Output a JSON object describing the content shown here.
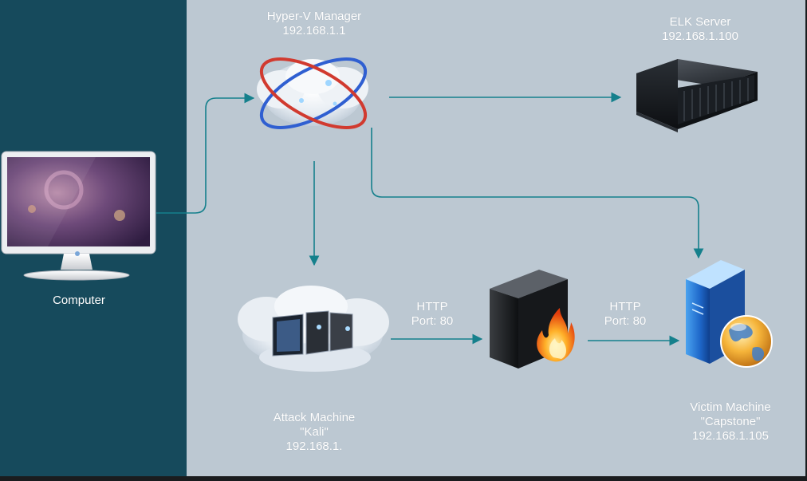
{
  "colors": {
    "left_panel": "#164a5c",
    "canvas": "#bcc8d2",
    "connector": "#15808c",
    "label_text": "#ffffff"
  },
  "nodes": {
    "computer": {
      "name": "Computer",
      "icon": "desktop-monitor-icon"
    },
    "hyperv": {
      "name": "Hyper-V Manager",
      "ip": "192.168.1.1",
      "icon": "hyperv-cloud-icon"
    },
    "elk": {
      "name": "ELK Server",
      "ip": "192.168.1.100",
      "icon": "rack-server-icon"
    },
    "attack": {
      "name": "Attack Machine",
      "alias": "\"Kali\"",
      "ip": "192.168.1.",
      "icon": "virtual-machines-cloud-icon"
    },
    "firewall": {
      "icon": "firewall-icon"
    },
    "victim": {
      "name": "Victim Machine",
      "alias": "\"Capstone\"",
      "ip": "192.168.1.105",
      "icon": "web-server-globe-icon"
    }
  },
  "edges": {
    "attack_to_firewall": {
      "protocol": "HTTP",
      "port": "Port: 80"
    },
    "firewall_to_victim": {
      "protocol": "HTTP",
      "port": "Port: 80"
    }
  }
}
